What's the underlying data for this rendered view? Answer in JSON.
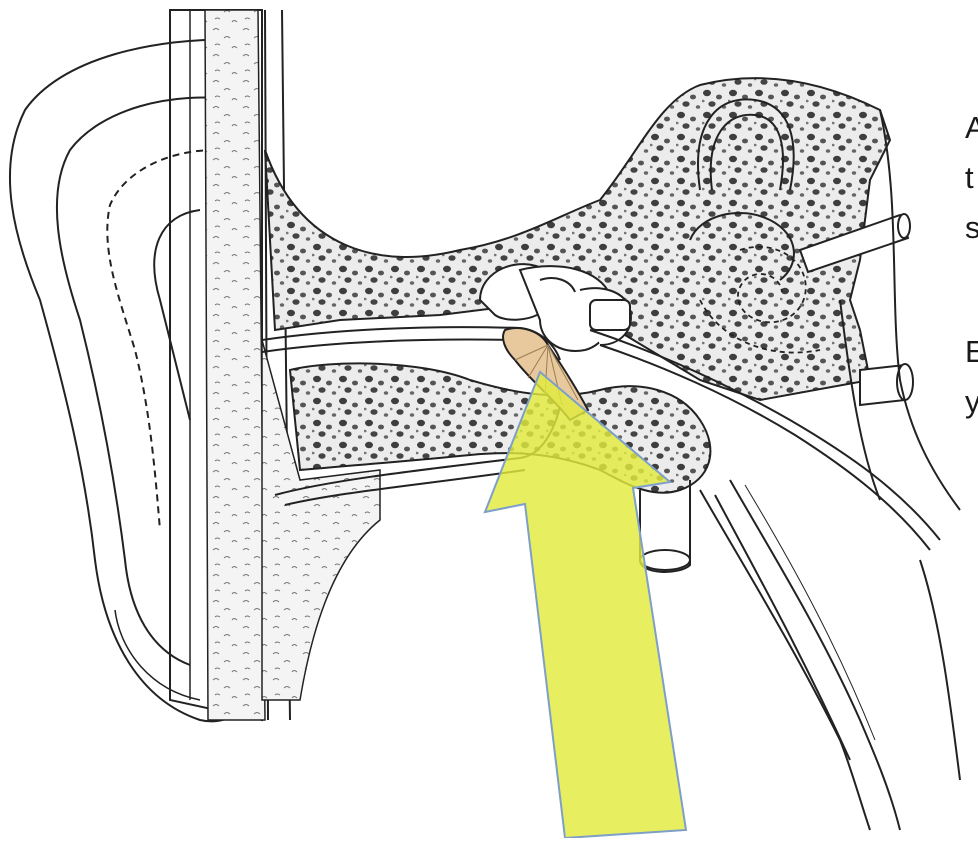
{
  "figure": {
    "caption_lines": [
      "A",
      "t",
      "s",
      "E",
      "y"
    ],
    "colors": {
      "line": "#222222",
      "bone_fill": "#ebebeb",
      "bone_dot": "#4a4a4a",
      "eardrum": "#e8c99d",
      "arrow_fill": "#e2ec3d",
      "arrow_stroke": "#7d9fc8"
    },
    "icons": [
      "outer-ear",
      "ear-canal",
      "temporal-bone",
      "eardrum",
      "ossicles",
      "cochlea",
      "semicircular-canals",
      "eustachian-tube",
      "pointer-arrow"
    ]
  }
}
